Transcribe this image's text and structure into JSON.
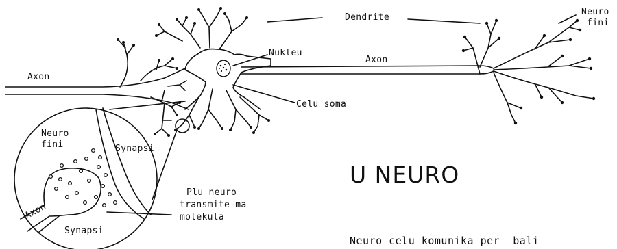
{
  "labels": {
    "dendrite": "Dendrite",
    "neuro_fini_top_1": "Neuro",
    "neuro_fini_top_2": "fini",
    "axon_left": "Axon",
    "axon_main": "Axon",
    "nukleu": "Nukleu",
    "celu_soma": "Celu soma",
    "neuro_fini_inset_1": "Neuro",
    "neuro_fini_inset_2": "fini",
    "synapsi_inset": "Synapsi",
    "synapsi_bottom": "Synapsi",
    "axon_inset": "Axon",
    "plu_neuro_1": "Plu neuro",
    "plu_neuro_2": "transmite-ma",
    "plu_neuro_3": "molekula"
  },
  "title": "U NEURO",
  "body_text": "Neuro celu komunika per  bali"
}
